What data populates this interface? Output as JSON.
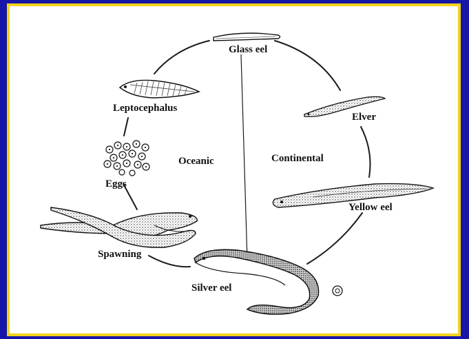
{
  "colors": {
    "background": "#1616a8",
    "border": "#f2d21b",
    "panel": "#ffffff",
    "ink": "#111111"
  },
  "stages": {
    "glass_eel": "Glass eel",
    "elver": "Elver",
    "yellow_eel": "Yellow eel",
    "silver_eel": "Silver eel",
    "spawning": "Spawning",
    "eggs": "Eggs",
    "leptocephalus": "Leptocephalus"
  },
  "zones": {
    "oceanic": "Oceanic",
    "continental": "Continental"
  }
}
